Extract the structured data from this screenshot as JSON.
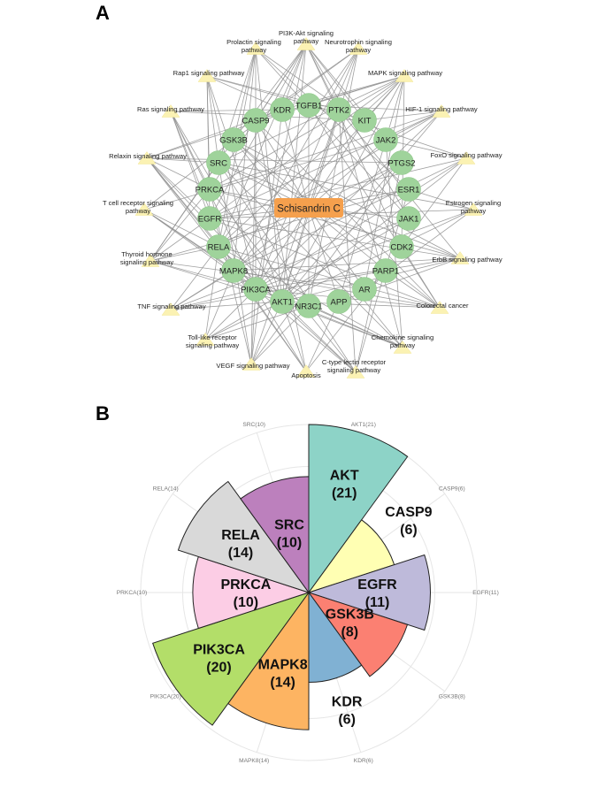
{
  "panels": {
    "a_label": "A",
    "b_label": "B"
  },
  "network": {
    "center": "Schisandrin C",
    "colors": {
      "gene": "#9fd39b",
      "pathway": "#fbf2b3",
      "center": "#f5a04d",
      "edge": "#8f8f8f"
    },
    "genes": [
      {
        "id": "TGFB1",
        "label": "TGFB1"
      },
      {
        "id": "PTK2",
        "label": "PTK2"
      },
      {
        "id": "KIT",
        "label": "KIT"
      },
      {
        "id": "JAK2",
        "label": "JAK2"
      },
      {
        "id": "PTGS2",
        "label": "PTGS2"
      },
      {
        "id": "ESR1",
        "label": "ESR1"
      },
      {
        "id": "JAK1",
        "label": "JAK1"
      },
      {
        "id": "CDK2",
        "label": "CDK2"
      },
      {
        "id": "PARP1",
        "label": "PARP1"
      },
      {
        "id": "AR",
        "label": "AR"
      },
      {
        "id": "APP",
        "label": "APP"
      },
      {
        "id": "NR3C1",
        "label": "NR3C1"
      },
      {
        "id": "AKT1",
        "label": "AKT1"
      },
      {
        "id": "PIK3CA",
        "label": "PIK3CA"
      },
      {
        "id": "MAPK8",
        "label": "MAPK8"
      },
      {
        "id": "RELA",
        "label": "RELA"
      },
      {
        "id": "EGFR",
        "label": "EGFR"
      },
      {
        "id": "PRKCA",
        "label": "PRKCA"
      },
      {
        "id": "SRC",
        "label": "SRC"
      },
      {
        "id": "GSK3B",
        "label": "GSK3B"
      },
      {
        "id": "CASP9",
        "label": "CASP9"
      },
      {
        "id": "KDR",
        "label": "KDR"
      }
    ],
    "pathways": [
      {
        "id": "pi3k",
        "label": "PI3K-Akt signaling pathway"
      },
      {
        "id": "neuro",
        "label": "Neurotrophin signaling pathway"
      },
      {
        "id": "mapk",
        "label": "MAPK signaling pathway"
      },
      {
        "id": "hif1",
        "label": "HIF-1 signaling pathway"
      },
      {
        "id": "foxo",
        "label": "FoxO signaling pathway"
      },
      {
        "id": "estrogen",
        "label": "Estrogen signaling pathway"
      },
      {
        "id": "erbb",
        "label": "ErbB signaling pathway"
      },
      {
        "id": "colorectal",
        "label": "Colorectal cancer"
      },
      {
        "id": "chemokine",
        "label": "Chemokine signaling pathway"
      },
      {
        "id": "ctype",
        "label": "C-type lectin receptor signaling pathway"
      },
      {
        "id": "apoptosis",
        "label": "Apoptosis"
      },
      {
        "id": "vegf",
        "label": "VEGF signaling pathway"
      },
      {
        "id": "toll",
        "label": "Toll-like receptor signaling pathway"
      },
      {
        "id": "tnf",
        "label": "TNF signaling pathway"
      },
      {
        "id": "thyroid",
        "label": "Thyroid hormone signaling pathway"
      },
      {
        "id": "tcell",
        "label": "T cell receptor signaling pathway"
      },
      {
        "id": "relaxin",
        "label": "Relaxin signaling pathway"
      },
      {
        "id": "ras",
        "label": "Ras signaling pathway"
      },
      {
        "id": "rap1",
        "label": "Rap1 signaling pathway"
      },
      {
        "id": "prolactin",
        "label": "Prolactin signaling pathway"
      }
    ],
    "edges": [
      [
        "AKT1",
        "pi3k"
      ],
      [
        "AKT1",
        "neuro"
      ],
      [
        "AKT1",
        "mapk"
      ],
      [
        "AKT1",
        "hif1"
      ],
      [
        "AKT1",
        "foxo"
      ],
      [
        "AKT1",
        "estrogen"
      ],
      [
        "AKT1",
        "erbb"
      ],
      [
        "AKT1",
        "colorectal"
      ],
      [
        "AKT1",
        "chemokine"
      ],
      [
        "AKT1",
        "ctype"
      ],
      [
        "AKT1",
        "apoptosis"
      ],
      [
        "AKT1",
        "vegf"
      ],
      [
        "AKT1",
        "toll"
      ],
      [
        "AKT1",
        "tnf"
      ],
      [
        "AKT1",
        "thyroid"
      ],
      [
        "AKT1",
        "tcell"
      ],
      [
        "AKT1",
        "relaxin"
      ],
      [
        "AKT1",
        "ras"
      ],
      [
        "AKT1",
        "rap1"
      ],
      [
        "AKT1",
        "prolactin"
      ],
      [
        "PIK3CA",
        "pi3k"
      ],
      [
        "PIK3CA",
        "neuro"
      ],
      [
        "PIK3CA",
        "hif1"
      ],
      [
        "PIK3CA",
        "foxo"
      ],
      [
        "PIK3CA",
        "estrogen"
      ],
      [
        "PIK3CA",
        "erbb"
      ],
      [
        "PIK3CA",
        "colorectal"
      ],
      [
        "PIK3CA",
        "chemokine"
      ],
      [
        "PIK3CA",
        "apoptosis"
      ],
      [
        "PIK3CA",
        "vegf"
      ],
      [
        "PIK3CA",
        "toll"
      ],
      [
        "PIK3CA",
        "tnf"
      ],
      [
        "PIK3CA",
        "thyroid"
      ],
      [
        "PIK3CA",
        "tcell"
      ],
      [
        "PIK3CA",
        "relaxin"
      ],
      [
        "PIK3CA",
        "ras"
      ],
      [
        "PIK3CA",
        "rap1"
      ],
      [
        "PIK3CA",
        "prolactin"
      ],
      [
        "MAPK8",
        "mapk"
      ],
      [
        "MAPK8",
        "neuro"
      ],
      [
        "MAPK8",
        "foxo"
      ],
      [
        "MAPK8",
        "erbb"
      ],
      [
        "MAPK8",
        "colorectal"
      ],
      [
        "MAPK8",
        "ctype"
      ],
      [
        "MAPK8",
        "apoptosis"
      ],
      [
        "MAPK8",
        "toll"
      ],
      [
        "MAPK8",
        "tnf"
      ],
      [
        "MAPK8",
        "tcell"
      ],
      [
        "MAPK8",
        "relaxin"
      ],
      [
        "MAPK8",
        "ras"
      ],
      [
        "MAPK8",
        "prolactin"
      ],
      [
        "MAPK8",
        "chemokine"
      ],
      [
        "RELA",
        "pi3k"
      ],
      [
        "RELA",
        "mapk"
      ],
      [
        "RELA",
        "neuro"
      ],
      [
        "RELA",
        "hif1"
      ],
      [
        "RELA",
        "ctype"
      ],
      [
        "RELA",
        "apoptosis"
      ],
      [
        "RELA",
        "toll"
      ],
      [
        "RELA",
        "tnf"
      ],
      [
        "RELA",
        "tcell"
      ],
      [
        "RELA",
        "relaxin"
      ],
      [
        "RELA",
        "prolactin"
      ],
      [
        "RELA",
        "chemokine"
      ],
      [
        "RELA",
        "colorectal"
      ],
      [
        "RELA",
        "thyroid"
      ],
      [
        "EGFR",
        "pi3k"
      ],
      [
        "EGFR",
        "mapk"
      ],
      [
        "EGFR",
        "hif1"
      ],
      [
        "EGFR",
        "foxo"
      ],
      [
        "EGFR",
        "estrogen"
      ],
      [
        "EGFR",
        "erbb"
      ],
      [
        "EGFR",
        "colorectal"
      ],
      [
        "EGFR",
        "ras"
      ],
      [
        "EGFR",
        "rap1"
      ],
      [
        "EGFR",
        "relaxin"
      ],
      [
        "EGFR",
        "thyroid"
      ],
      [
        "PRKCA",
        "mapk"
      ],
      [
        "PRKCA",
        "hif1"
      ],
      [
        "PRKCA",
        "erbb"
      ],
      [
        "PRKCA",
        "vegf"
      ],
      [
        "PRKCA",
        "thyroid"
      ],
      [
        "PRKCA",
        "ras"
      ],
      [
        "PRKCA",
        "rap1"
      ],
      [
        "PRKCA",
        "relaxin"
      ],
      [
        "PRKCA",
        "ctype"
      ],
      [
        "PRKCA",
        "pi3k"
      ],
      [
        "SRC",
        "estrogen"
      ],
      [
        "SRC",
        "erbb"
      ],
      [
        "SRC",
        "chemokine"
      ],
      [
        "SRC",
        "vegf"
      ],
      [
        "SRC",
        "thyroid"
      ],
      [
        "SRC",
        "relaxin"
      ],
      [
        "SRC",
        "rap1"
      ],
      [
        "SRC",
        "prolactin"
      ],
      [
        "SRC",
        "ctype"
      ],
      [
        "SRC",
        "mapk"
      ],
      [
        "GSK3B",
        "pi3k"
      ],
      [
        "GSK3B",
        "neuro"
      ],
      [
        "GSK3B",
        "erbb"
      ],
      [
        "GSK3B",
        "colorectal"
      ],
      [
        "GSK3B",
        "chemokine"
      ],
      [
        "GSK3B",
        "thyroid"
      ],
      [
        "GSK3B",
        "prolactin"
      ],
      [
        "GSK3B",
        "tcell"
      ],
      [
        "CASP9",
        "pi3k"
      ],
      [
        "CASP9",
        "neuro"
      ],
      [
        "CASP9",
        "mapk"
      ],
      [
        "CASP9",
        "apoptosis"
      ],
      [
        "CASP9",
        "colorectal"
      ],
      [
        "CASP9",
        "vegf"
      ],
      [
        "KDR",
        "pi3k"
      ],
      [
        "KDR",
        "mapk"
      ],
      [
        "KDR",
        "vegf"
      ],
      [
        "KDR",
        "ras"
      ],
      [
        "KDR",
        "rap1"
      ],
      [
        "KDR",
        "relaxin"
      ],
      [
        "TGFB1",
        "mapk"
      ],
      [
        "TGFB1",
        "foxo"
      ],
      [
        "TGFB1",
        "colorectal"
      ],
      [
        "TGFB1",
        "relaxin"
      ],
      [
        "TGFB1",
        "hif1"
      ],
      [
        "PTK2",
        "pi3k"
      ],
      [
        "PTK2",
        "chemokine"
      ],
      [
        "PTK2",
        "vegf"
      ],
      [
        "PTK2",
        "rap1"
      ],
      [
        "PTK2",
        "ctype"
      ],
      [
        "PTK2",
        "erbb"
      ],
      [
        "KIT",
        "pi3k"
      ],
      [
        "KIT",
        "ras"
      ],
      [
        "KIT",
        "rap1"
      ],
      [
        "KIT",
        "mapk"
      ],
      [
        "KIT",
        "hif1"
      ],
      [
        "JAK2",
        "pi3k"
      ],
      [
        "JAK2",
        "chemokine"
      ],
      [
        "JAK2",
        "prolactin"
      ],
      [
        "JAK2",
        "hif1"
      ],
      [
        "JAK2",
        "tcell"
      ],
      [
        "JAK2",
        "foxo"
      ],
      [
        "JAK1",
        "pi3k"
      ],
      [
        "JAK1",
        "prolactin"
      ],
      [
        "JAK1",
        "toll"
      ],
      [
        "JAK1",
        "tnf"
      ],
      [
        "PTGS2",
        "tnf"
      ],
      [
        "PTGS2",
        "vegf"
      ],
      [
        "PTGS2",
        "relaxin"
      ],
      [
        "PTGS2",
        "ctype"
      ],
      [
        "ESR1",
        "estrogen"
      ],
      [
        "ESR1",
        "prolactin"
      ],
      [
        "ESR1",
        "thyroid"
      ],
      [
        "ESR1",
        "ctype"
      ],
      [
        "CDK2",
        "pi3k"
      ],
      [
        "CDK2",
        "foxo"
      ],
      [
        "CDK2",
        "colorectal"
      ],
      [
        "CDK2",
        "mapk"
      ],
      [
        "PARP1",
        "apoptosis"
      ],
      [
        "PARP1",
        "tnf"
      ],
      [
        "PARP1",
        "colorectal"
      ],
      [
        "AR",
        "mapk"
      ],
      [
        "AR",
        "thyroid"
      ],
      [
        "AR",
        "estrogen"
      ],
      [
        "APP",
        "apoptosis"
      ],
      [
        "APP",
        "mapk"
      ],
      [
        "APP",
        "erbb"
      ],
      [
        "NR3C1",
        "neuro"
      ],
      [
        "NR3C1",
        "toll"
      ],
      [
        "NR3C1",
        "vegf"
      ],
      [
        "NR3C1",
        "chemokine"
      ]
    ]
  },
  "chart_data": {
    "type": "rose",
    "categories": [
      "AKT",
      "CASP9",
      "EGFR",
      "GSK3B",
      "KDR",
      "MAPK8",
      "PIK3CA",
      "PRKCA",
      "RELA",
      "SRC"
    ],
    "values": [
      21,
      6,
      11,
      8,
      6,
      14,
      20,
      10,
      14,
      10
    ],
    "value_labels": [
      "(21)",
      "(6)",
      "(11)",
      "(8)",
      "(6)",
      "(14)",
      "(20)",
      "(10)",
      "(14)",
      "(10)"
    ],
    "axis_labels": [
      "AKT1(21)",
      "CASP9(6)",
      "EGFR(11)",
      "GSK3B(8)",
      "KDR(6)",
      "MAPK8(14)",
      "PIK3CA(20)",
      "PRKCA(10)",
      "RELA(14)",
      "SRC(10)"
    ],
    "colors": [
      "#8dd3c7",
      "#ffffb3",
      "#bebada",
      "#fb8072",
      "#80b1d3",
      "#fdb462",
      "#b3de69",
      "#fccde5",
      "#d9d9d9",
      "#bc80bd"
    ],
    "rmax": 21,
    "grid": true
  }
}
